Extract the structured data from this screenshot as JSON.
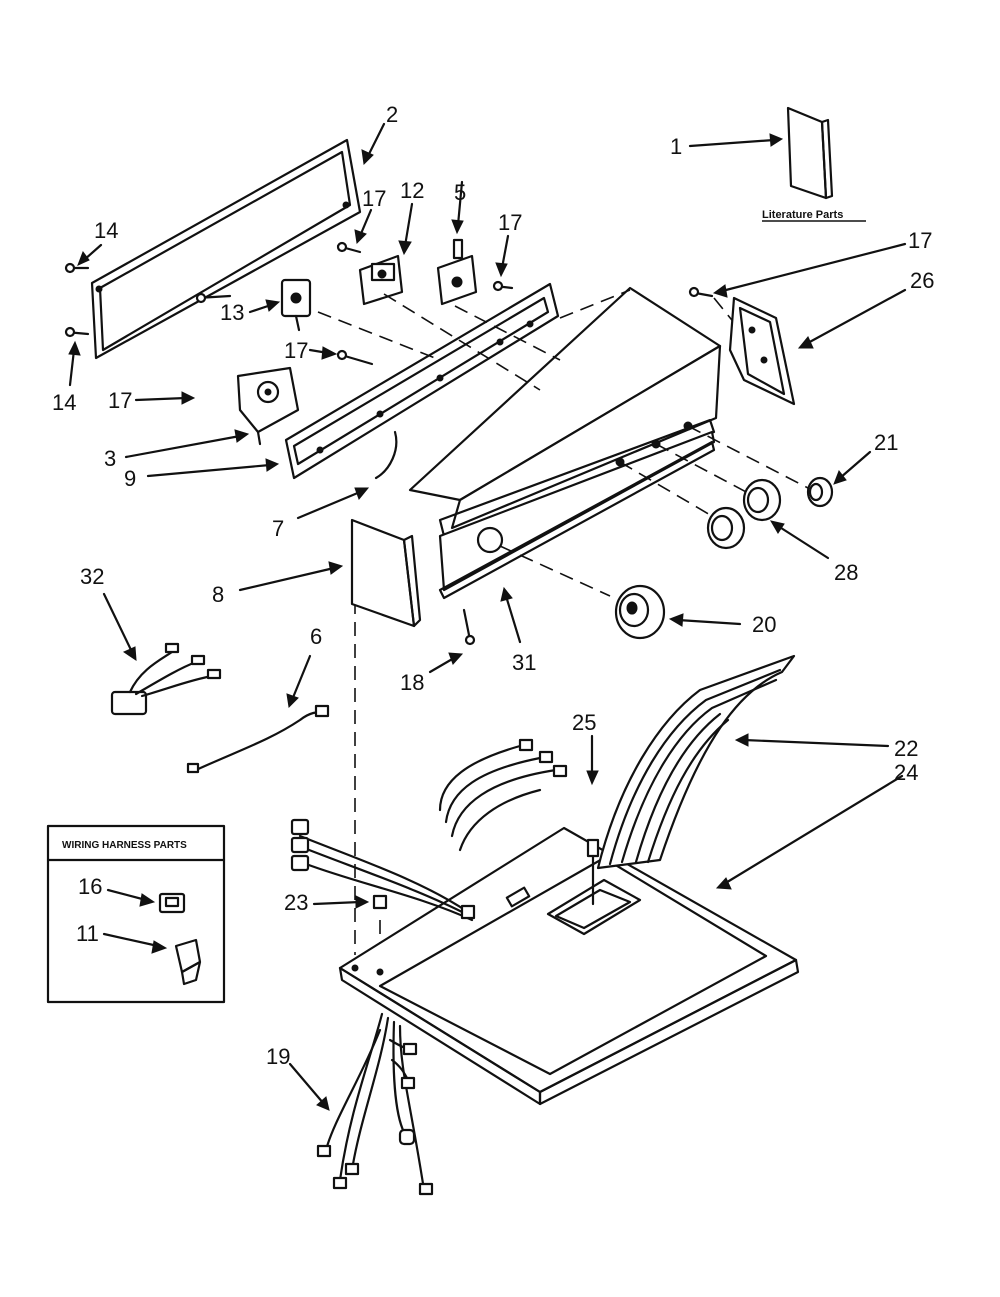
{
  "diagram": {
    "literature_caption": "Literature Parts",
    "wiring_box_title": "WIRING HARNESS PARTS",
    "callouts": {
      "c1": "1",
      "c2": "2",
      "c3": "3",
      "c5": "5",
      "c6": "6",
      "c7": "7",
      "c8": "8",
      "c9": "9",
      "c11": "11",
      "c12": "12",
      "c13": "13",
      "c14a": "14",
      "c14b": "14",
      "c16": "16",
      "c17a": "17",
      "c17b": "17",
      "c17c": "17",
      "c17d": "17",
      "c17e": "17",
      "c18": "18",
      "c19": "19",
      "c20": "20",
      "c21": "21",
      "c22": "22",
      "c23": "23",
      "c24": "24",
      "c25": "25",
      "c26": "26",
      "c28": "28",
      "c31": "31",
      "c32": "32"
    }
  }
}
